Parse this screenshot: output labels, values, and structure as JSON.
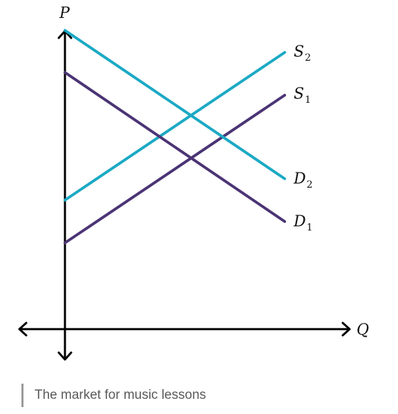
{
  "axes": {
    "y_label": "P",
    "x_label": "Q"
  },
  "curves": [
    {
      "id": "S2",
      "letter": "S",
      "subscript": "2",
      "kind": "supply",
      "color": "#1ba9c4"
    },
    {
      "id": "S1",
      "letter": "S",
      "subscript": "1",
      "kind": "supply",
      "color": "#4b3475"
    },
    {
      "id": "D2",
      "letter": "D",
      "subscript": "2",
      "kind": "demand",
      "color": "#1ba9c4"
    },
    {
      "id": "D1",
      "letter": "D",
      "subscript": "1",
      "kind": "demand",
      "color": "#4b3475"
    }
  ],
  "caption": "The market for music lessons"
}
